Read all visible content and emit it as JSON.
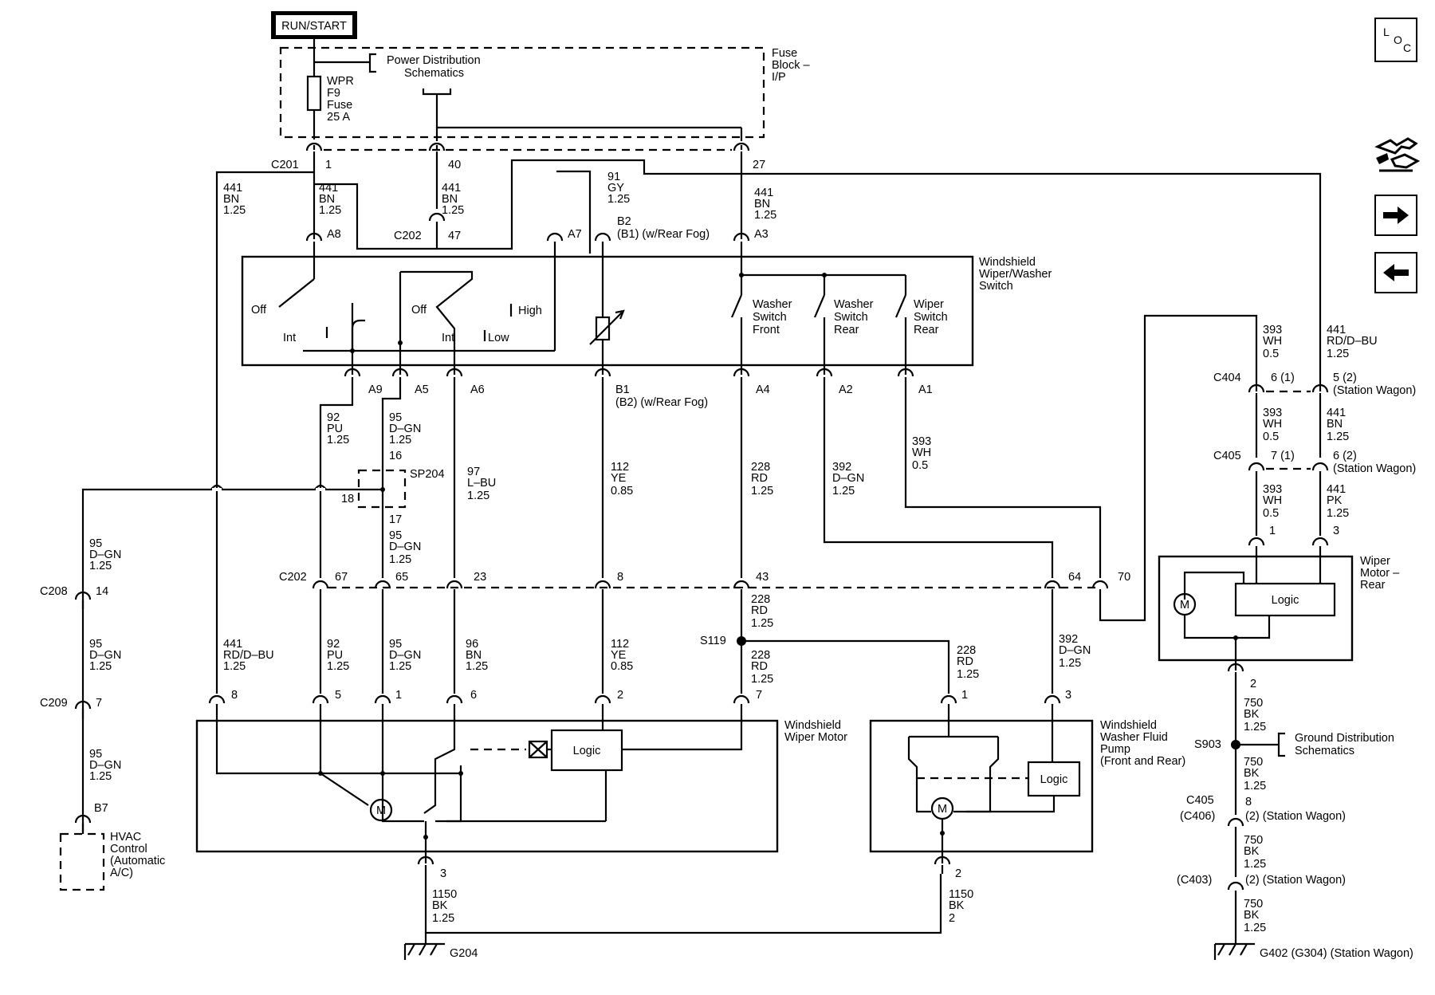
{
  "power": {
    "run_start": "RUN/START"
  },
  "fuse_block": {
    "pds_1": "Power Distribution",
    "pds_2": "Schematics",
    "fuse_1": "WPR",
    "fuse_2": "F9",
    "fuse_3": "Fuse",
    "fuse_4": "25 A",
    "title_1": "Fuse",
    "title_2": "Block –",
    "title_3": "I/P"
  },
  "connectors": {
    "c201": "C201",
    "c201_p1": "1",
    "c201_p40": "40",
    "c201_p27": "27",
    "c202_top": "C202",
    "c202_top_p47": "47",
    "c202": "C202",
    "c202_pins": [
      "67",
      "65",
      "23",
      "8",
      "43",
      "64",
      "70"
    ],
    "c208": "C208",
    "c208_pin": "14",
    "c209": "C209",
    "c209_pin": "7",
    "c404": "C404",
    "c404_left": "6 (1)",
    "c404_right": "5 (2)",
    "c404_note": "(Station Wagon)",
    "c405": "C405",
    "c405_left": "7 (1)",
    "c405_right": "6 (2)",
    "c405_note": "(Station Wagon)",
    "c405b_1": "C405",
    "c405b_2": "(C406)",
    "c405b_pin": "8",
    "c405b_note": "(2) (Station Wagon)",
    "c403": "(C403)",
    "c403_note": "(2) (Station Wagon)",
    "sp204": "SP204",
    "sp204_16": "16",
    "sp204_18": "18",
    "sp204_17": "17",
    "s119": "S119",
    "s903": "S903"
  },
  "switch": {
    "title_1": "Windshield",
    "title_2": "Wiper/Washer",
    "title_3": "Switch",
    "pin_a8": "A8",
    "pin_a7": "A7",
    "pin_b2_1": "B2",
    "pin_b2_2": "(B1) (w/Rear Fog)",
    "pin_a3": "A3",
    "pin_a9": "A9",
    "pin_a5": "A5",
    "pin_a6": "A6",
    "pin_b1_1": "B1",
    "pin_b1_2": "(B2) (w/Rear Fog)",
    "pin_a4": "A4",
    "pin_a2": "A2",
    "pin_a1": "A1",
    "off_1": "Off",
    "int_1": "Int",
    "off_2": "Off",
    "int_2": "Int",
    "high": "High",
    "low": "Low",
    "wsf_1": "Washer",
    "wsf_2": "Switch",
    "wsf_3": "Front",
    "wsr_1": "Washer",
    "wsr_2": "Switch",
    "wsr_3": "Rear",
    "wpr_1": "Wiper",
    "wpr_2": "Switch",
    "wpr_3": "Rear"
  },
  "wires": {
    "w441_left": [
      "441",
      "BN",
      "1.25"
    ],
    "w441_a8": [
      "441",
      "BN",
      "1.25"
    ],
    "w441_c202": [
      "441",
      "BN",
      "1.25"
    ],
    "w91": [
      "91",
      "GY",
      "1.25"
    ],
    "w441_a3": [
      "441",
      "BN",
      "1.25"
    ],
    "w92_top": [
      "92",
      "PU",
      "1.25"
    ],
    "w95_top": [
      "95",
      "D–GN",
      "1.25"
    ],
    "w97": [
      "97",
      "L–BU",
      "1.25"
    ],
    "w112_top": [
      "112",
      "YE",
      "0.85"
    ],
    "w228_top": [
      "228",
      "RD",
      "1.25"
    ],
    "w392_top": [
      "392",
      "D–GN",
      "1.25"
    ],
    "w393_top": [
      "393",
      "WH",
      "0.5"
    ],
    "w95_mid": [
      "95",
      "D–GN",
      "1.25"
    ],
    "w95_c208": [
      "95",
      "D–GN",
      "1.25"
    ],
    "w95_c209": [
      "95",
      "D–GN",
      "1.25"
    ],
    "w95_b7": [
      "95",
      "D–GN",
      "1.25"
    ],
    "w228_s119a": [
      "228",
      "RD",
      "1.25"
    ],
    "w441_rdbu": [
      "441",
      "RD/D–BU",
      "1.25"
    ],
    "w92_bot": [
      "92",
      "PU",
      "1.25"
    ],
    "w95_bot": [
      "95",
      "D–GN",
      "1.25"
    ],
    "w96": [
      "96",
      "BN",
      "1.25"
    ],
    "w112_bot": [
      "112",
      "YE",
      "0.85"
    ],
    "w228_s119b": [
      "228",
      "RD",
      "1.25"
    ],
    "w228_pump": [
      "228",
      "RD",
      "1.25"
    ],
    "w392_bot": [
      "392",
      "D–GN",
      "1.25"
    ],
    "w393_r1": [
      "393",
      "WH",
      "0.5"
    ],
    "w441_r1": [
      "441",
      "RD/D–BU",
      "1.25"
    ],
    "w393_r2": [
      "393",
      "WH",
      "0.5"
    ],
    "w441_r2": [
      "441",
      "BN",
      "1.25"
    ],
    "w393_r3": [
      "393",
      "WH",
      "0.5"
    ],
    "w441_r3": [
      "441",
      "PK",
      "1.25"
    ],
    "w1150_a": [
      "1150",
      "BK",
      "1.25"
    ],
    "w1150_b": [
      "1150",
      "BK",
      "2"
    ],
    "w750_a": [
      "750",
      "BK",
      "1.25"
    ],
    "w750_b": [
      "750",
      "BK",
      "1.25"
    ],
    "w750_c": [
      "750",
      "BK",
      "1.25"
    ],
    "w750_d": [
      "750",
      "BK",
      "1.25"
    ]
  },
  "wiper_motor": {
    "title_1": "Windshield",
    "title_2": "Wiper Motor",
    "pins": [
      "8",
      "5",
      "1",
      "6",
      "2",
      "7"
    ],
    "pin_gnd": "3",
    "logic": "Logic",
    "motor": "M"
  },
  "pump": {
    "title_1": "Windshield",
    "title_2": "Washer Fluid",
    "title_3": "Pump",
    "title_4": "(Front and Rear)",
    "pin_1": "1",
    "pin_3": "3",
    "pin_2": "2",
    "logic": "Logic",
    "motor": "M"
  },
  "rear_motor": {
    "title_1": "Wiper",
    "title_2": "Motor –",
    "title_3": "Rear",
    "pin_1": "1",
    "pin_3": "3",
    "pin_2": "2",
    "logic": "Logic",
    "motor": "M"
  },
  "hvac": {
    "pin": "B7",
    "title_1": "HVAC",
    "title_2": "Control",
    "title_3": "(Automatic",
    "title_4": "A/C)"
  },
  "grounds": {
    "g204": "G204",
    "g402": "G402 (G304) (Station Wagon)",
    "gds_1": "Ground Distribution",
    "gds_2": "Schematics"
  },
  "nav": {
    "loc_l": "L",
    "loc_o": "O",
    "loc_c": "C",
    "connector_icon": "connector-icon",
    "next_icon": "arrow-right-icon",
    "prev_icon": "arrow-left-icon"
  }
}
